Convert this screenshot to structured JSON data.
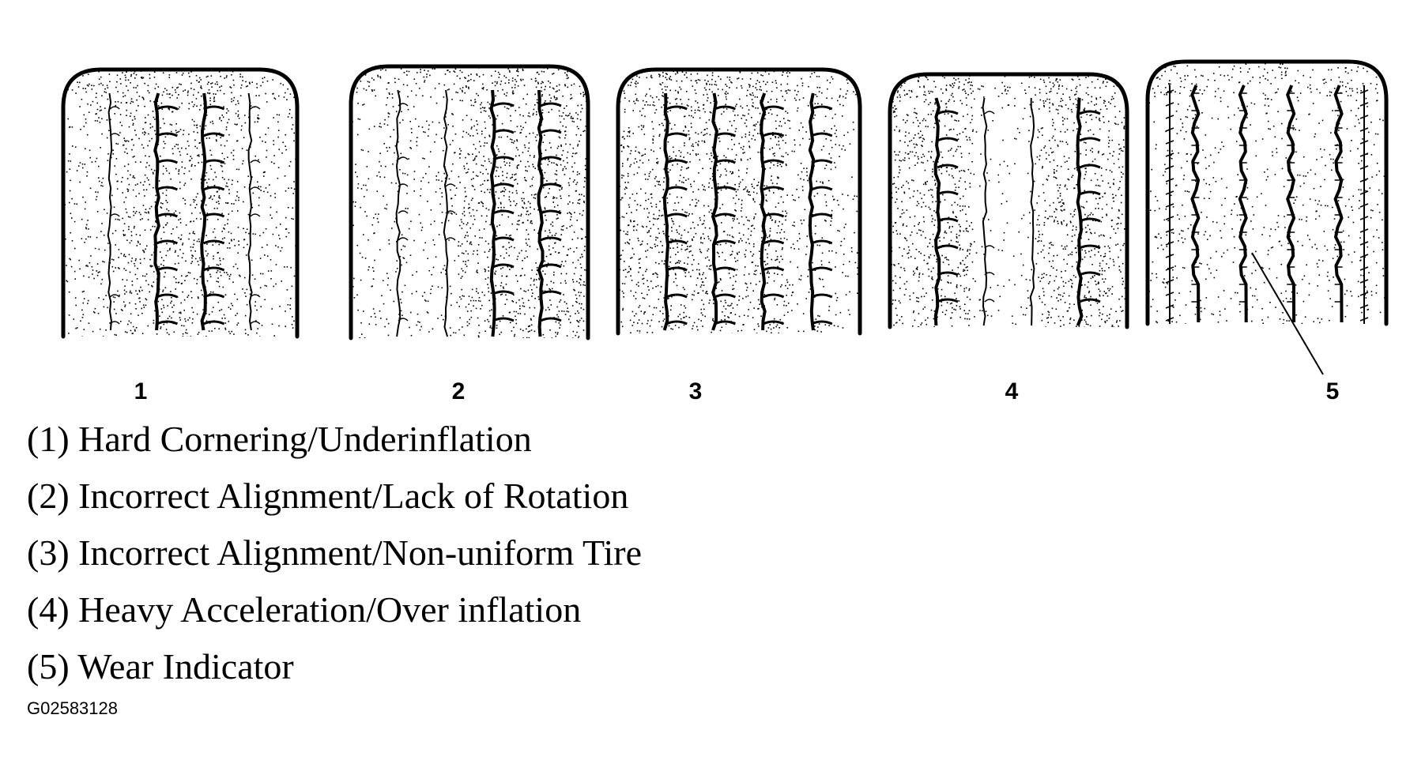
{
  "tires": [
    {
      "number": "1"
    },
    {
      "number": "2"
    },
    {
      "number": "3"
    },
    {
      "number": "4"
    },
    {
      "number": "5"
    }
  ],
  "legend": [
    {
      "text": "(1) Hard Cornering/Underinflation"
    },
    {
      "text": "(2) Incorrect Alignment/Lack of Rotation"
    },
    {
      "text": "(3) Incorrect Alignment/Non-uniform Tire"
    },
    {
      "text": "(4) Heavy Acceleration/Over inflation"
    },
    {
      "text": "(5) Wear Indicator"
    }
  ],
  "figure_code": "G02583128"
}
